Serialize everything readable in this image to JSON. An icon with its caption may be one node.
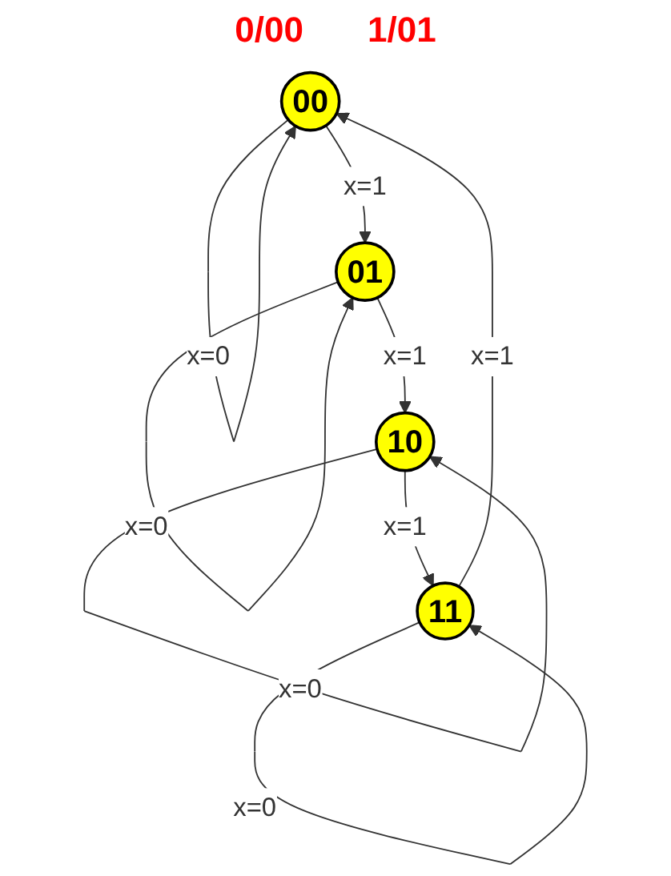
{
  "diagram": {
    "nodes": [
      {
        "text": [
          "00"
        ]
      },
      {
        "text": [
          "11"
        ]
      },
      {
        "text": [
          "01"
        ]
      },
      {
        "text": [
          "10"
        ]
      }
    ],
    "edges": [
      {
        "from": 0,
        "to": 0,
        "arrow": "to",
        "label": "x=0"
      },
      {
        "from": 1,
        "to": 1,
        "arrow": "to",
        "label": "x=0"
      },
      {
        "from": 1,
        "to": 0,
        "arrow": "to",
        "label": "x=1"
      },
      {
        "from": 0,
        "to": 2,
        "arrow": "to",
        "label": "x=1"
      },
      {
        "from": 2,
        "to": 3,
        "arrow": "to",
        "label": "x=1"
      },
      {
        "from": 3,
        "to": 1,
        "arrow": "to",
        "label": "x=1"
      },
      {
        "from": 2,
        "to": 2,
        "arrow": "to",
        "label": "x=0"
      },
      {
        "from": 3,
        "to": 3,
        "arrow": "to",
        "label": "x=0"
      }
    ],
    "labels": [
      "0/00",
      "1/01"
    ]
  }
}
